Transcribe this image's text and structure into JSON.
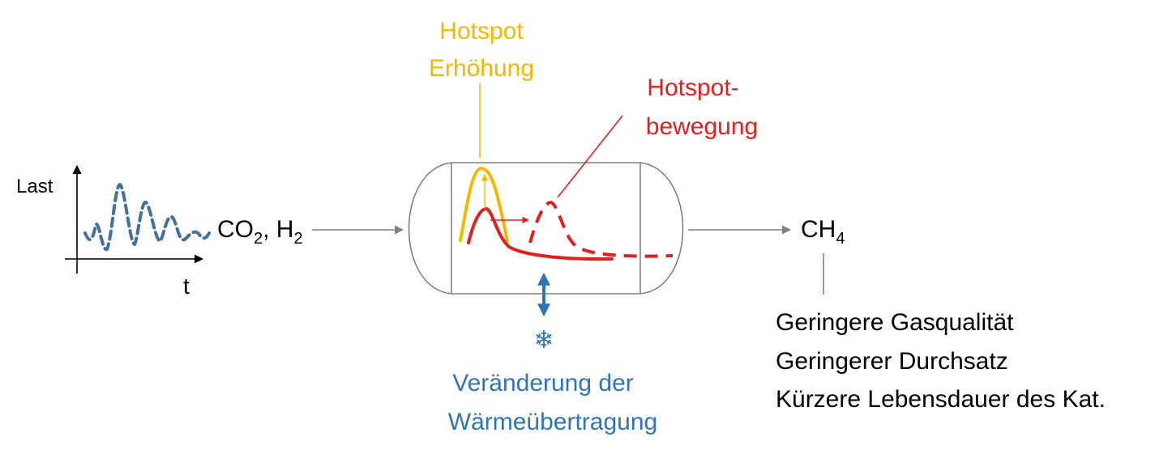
{
  "load_plot": {
    "y_label": "Last",
    "x_label": "t"
  },
  "inlet": {
    "label_main": "CO",
    "label_sub1": "2",
    "label_sep": ", H",
    "label_sub2": "2"
  },
  "outlet": {
    "label_main": "CH",
    "label_sub": "4"
  },
  "hotspot_increase": {
    "line1": "Hotspot",
    "line2": "Erhöhung"
  },
  "hotspot_movement": {
    "line1": "Hotspot-",
    "line2": "bewegung"
  },
  "heat_transfer": {
    "icon": "snowflake-icon",
    "symbol": "❄",
    "line1": "Veränderung der",
    "line2": "Wärmeübertragung"
  },
  "consequences": [
    "Geringere Gasqualität",
    "Geringerer Durchsatz",
    "Kürzere Lebensdauer des Kat."
  ],
  "colors": {
    "yellow": "#F5B800",
    "red": "#E0201F",
    "blue": "#2E75B6",
    "steel_blue": "#41719C",
    "gray": "#808080",
    "text": "#000000"
  }
}
